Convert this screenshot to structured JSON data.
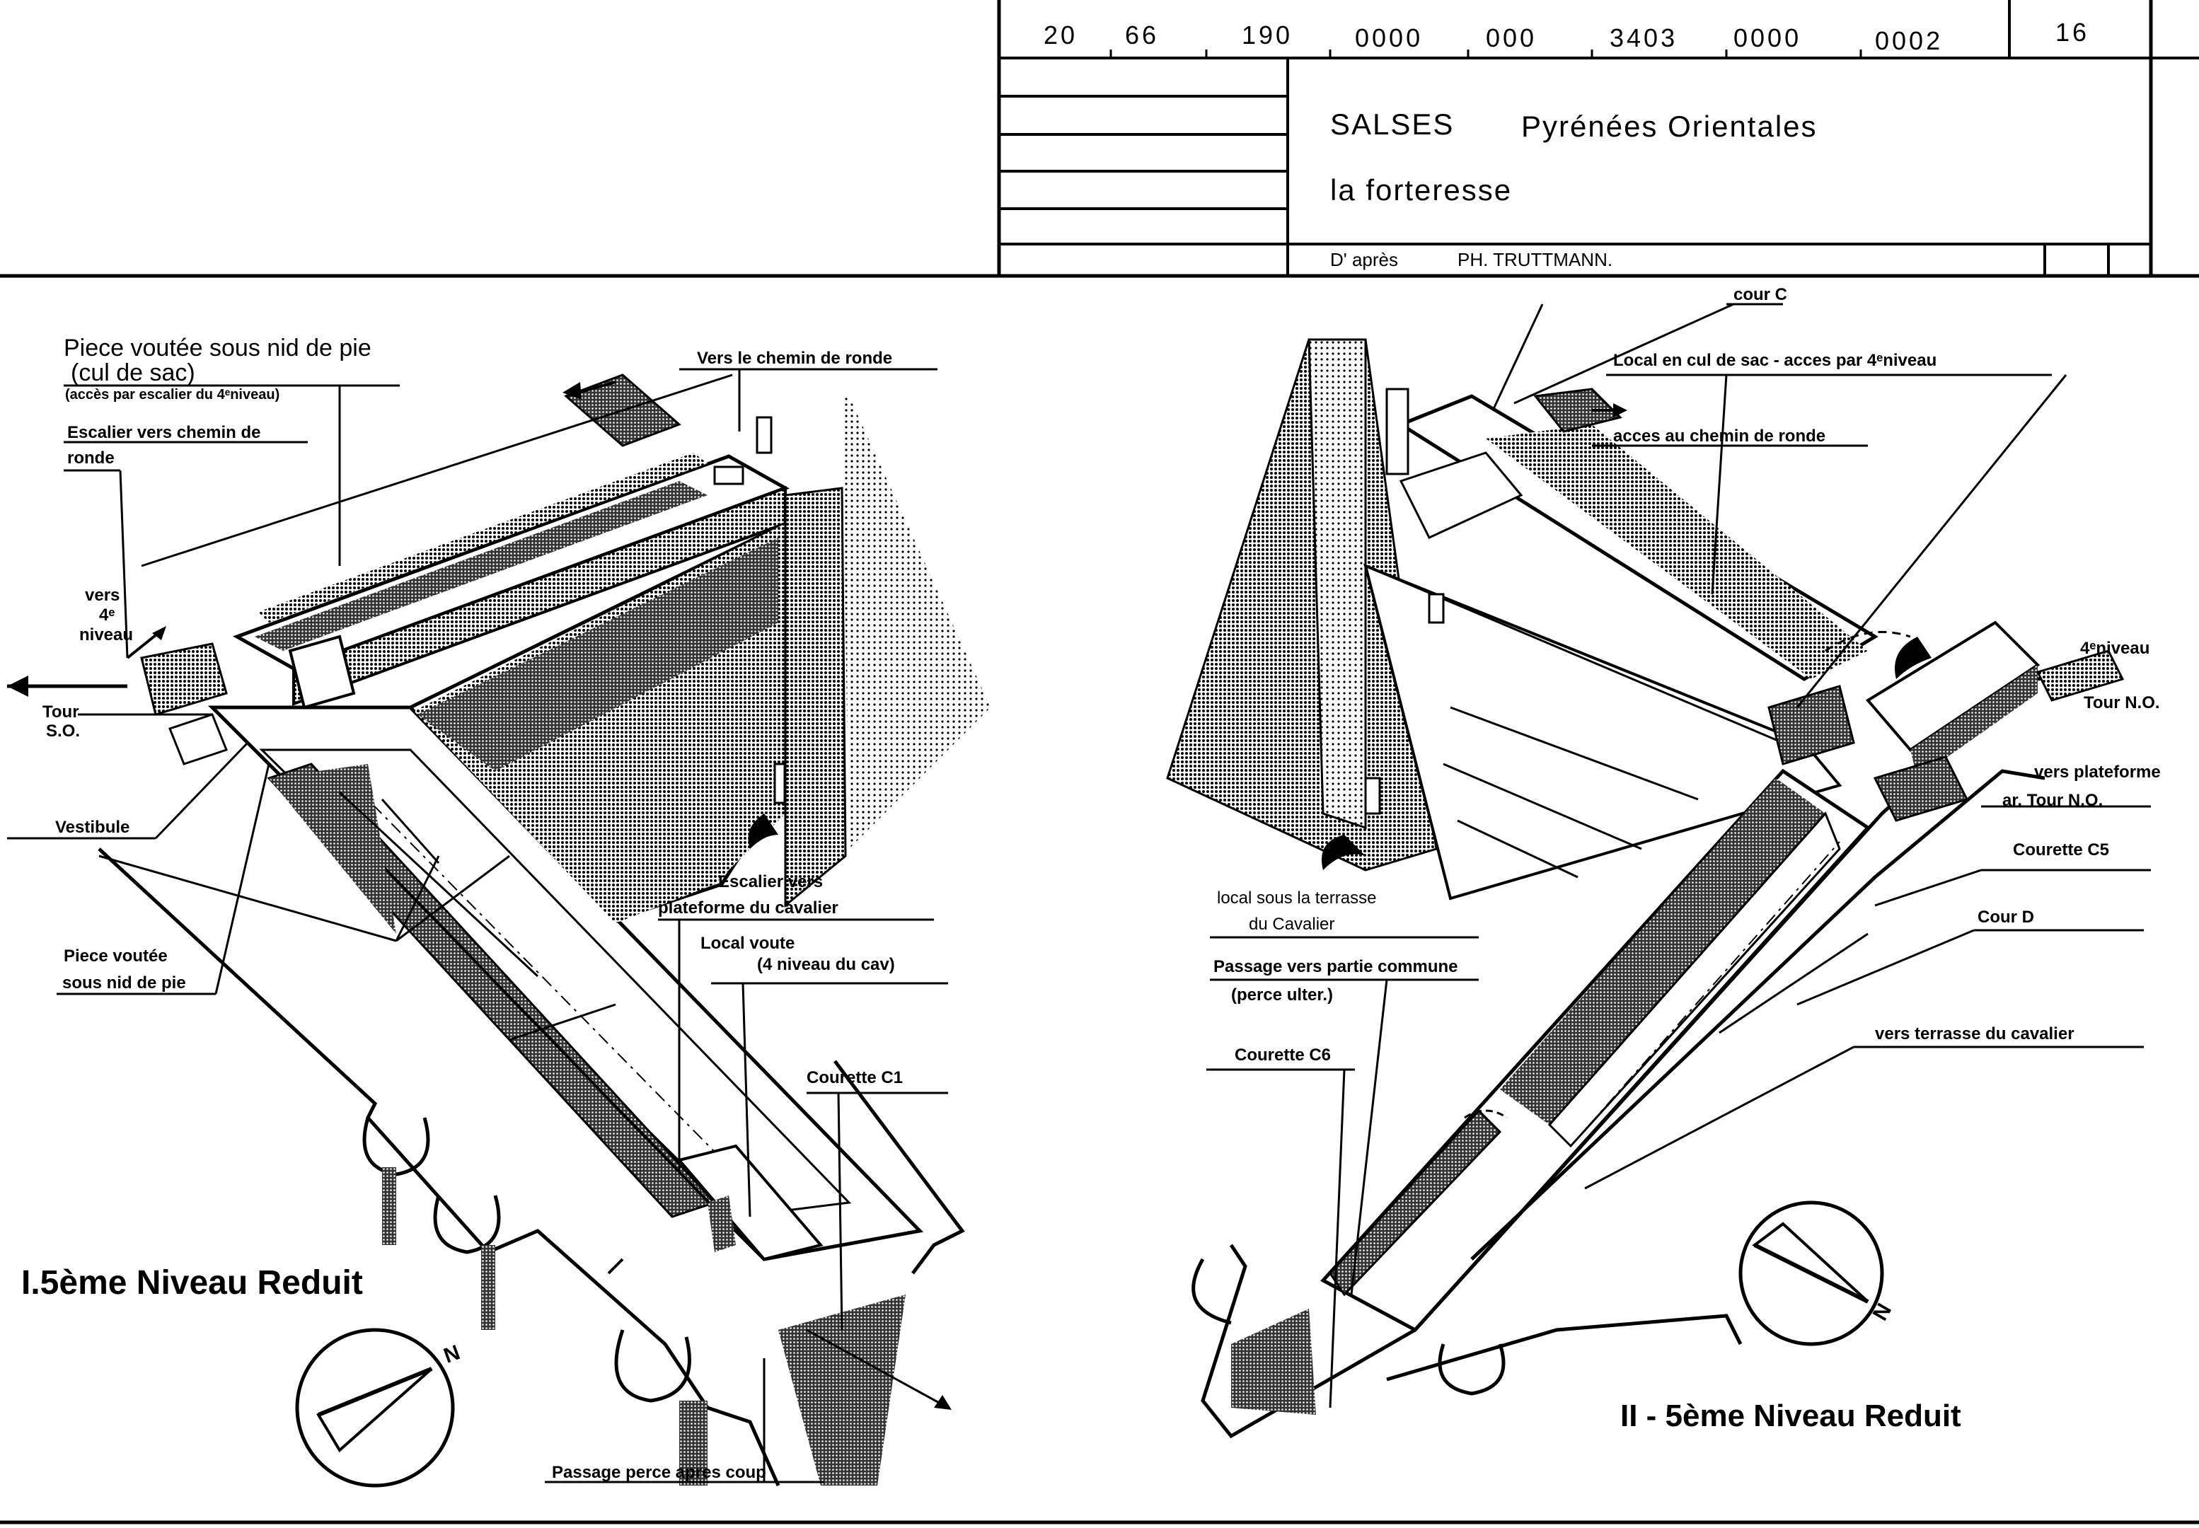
{
  "title_block": {
    "codes": [
      "20",
      "66",
      "190",
      "0000",
      "000",
      "3403",
      "0000",
      "0002"
    ],
    "sheet_no": "16",
    "place": "SALSES",
    "region": "Pyrénées Orientales",
    "subject": "la forteresse",
    "author_prefix": "D' après",
    "author": "PH. TRUTTMANN."
  },
  "left_view": {
    "title": "I.5ème Niveau Reduit",
    "labels": {
      "piece_voutee_1": "Piece voutée sous nid de pie",
      "piece_voutee_1b": "(cul de sac)",
      "acces_escalier": "(accès par escalier du 4ᵉniveau)",
      "escalier_chemin": "Escalier vers chemin de",
      "escalier_chemin_b": "ronde",
      "vers_chemin": "Vers le chemin de ronde",
      "vers": "vers",
      "quatre": "4ᵉ",
      "niveau": "niveau",
      "tour": "Tour",
      "so": "S.O.",
      "vestibule": "Vestibule",
      "piece_voutee_2": "Piece voutée",
      "piece_voutee_2b": "sous nid de pie",
      "escalier_vers": "Escalier vers",
      "plateforme": "plateforme du cavalier",
      "local_voute": "Local voute",
      "niveau_cav": "(4 niveau du cav)",
      "courette_c1": "Courette C1",
      "passage": "Passage perce apres coup"
    }
  },
  "right_view": {
    "title": "II - 5ème Niveau Reduit",
    "labels": {
      "cour_c": "cour C",
      "local_cul": "Local en cul de sac - acces par 4ᵉniveau",
      "acces_chemin": "acces au chemin de ronde",
      "quatre_niveau": "4ᵉniveau",
      "tour_no": "Tour N.O.",
      "vers_plateforme": "vers plateforme",
      "ar_tour_no": "ar. Tour N.O.",
      "courette_c5": "Courette C5",
      "cour_d": "Cour D",
      "vers_terrasse": "vers terrasse du cavalier",
      "local_sous": "local sous la terrasse",
      "du_cavalier": "du Cavalier",
      "passage_vers": "Passage vers partie commune",
      "perce_ulter": "(perce ulter.)",
      "courette_c6": "Courette C6"
    }
  },
  "north_marker": "N"
}
